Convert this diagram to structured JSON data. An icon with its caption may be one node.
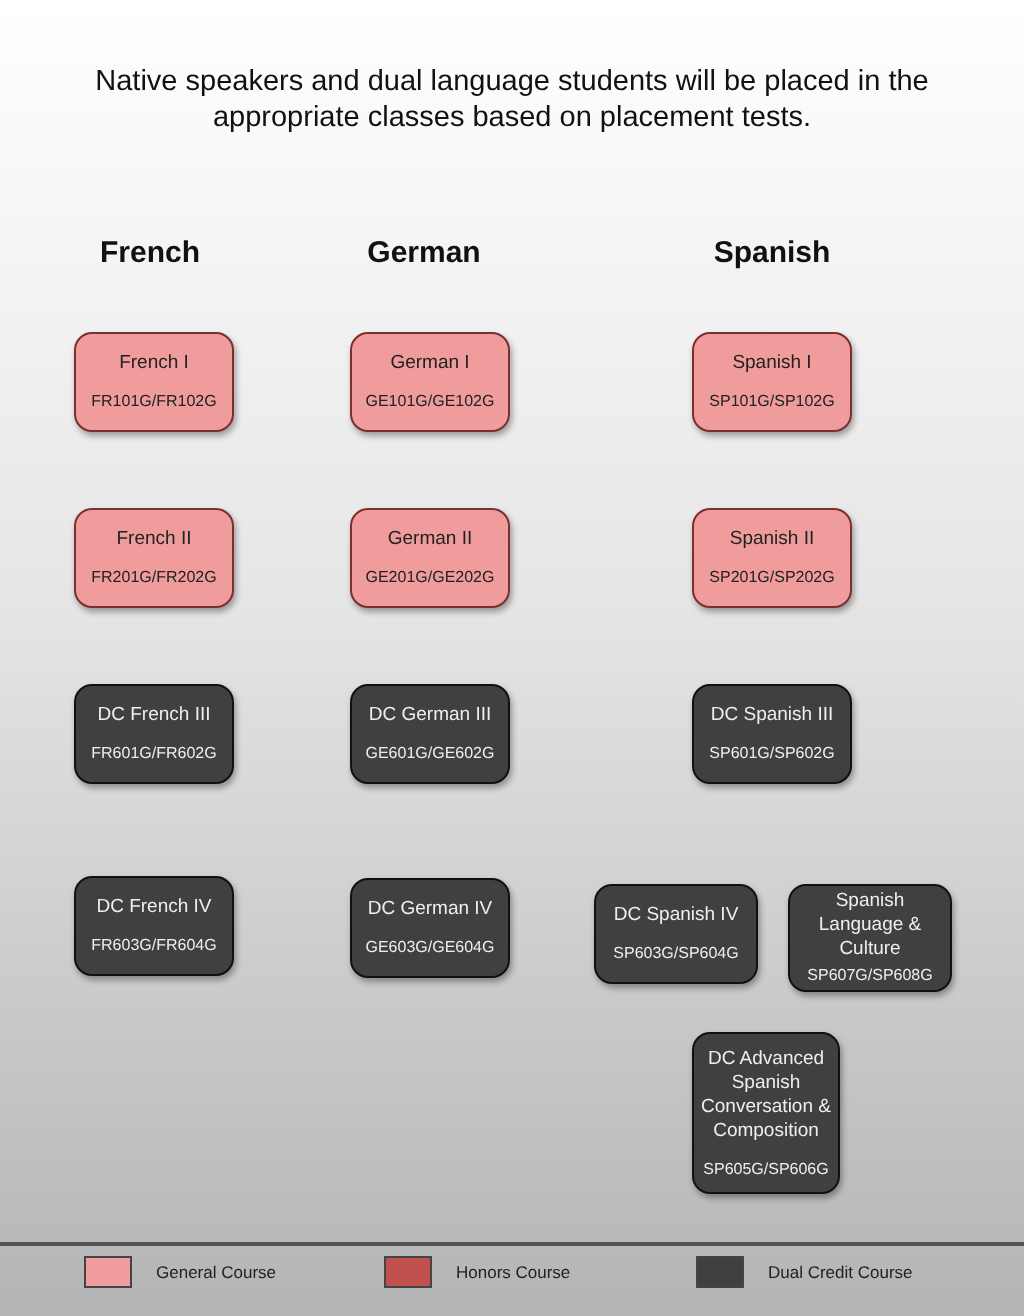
{
  "diagram": {
    "title": "Native speakers and dual language students will be placed in the appropriate classes based on placement tests.",
    "nodes": [
      {
        "text": [
          "French I",
          "FR101G/FR102G"
        ]
      },
      {
        "text": [
          "German I",
          "GE101G/GE102G"
        ]
      },
      {
        "text": [
          "Spanish I",
          "SP101G/SP102G"
        ]
      },
      {
        "text": [
          "French II",
          "FR201G/FR202G"
        ]
      },
      {
        "text": [
          "German II",
          "GE201G/GE202G"
        ]
      },
      {
        "text": [
          "Spanish II",
          "SP201G/SP202G"
        ]
      },
      {
        "text": [
          "DC French III",
          "FR601G/FR602G"
        ]
      },
      {
        "text": [
          "DC German III",
          "GE601G/GE602G"
        ]
      },
      {
        "text": [
          "DC Spanish III",
          "SP601G/SP602G"
        ]
      },
      {
        "text": [
          "DC French IV",
          "FR603G/FR604G"
        ]
      },
      {
        "text": [
          "DC German IV",
          "GE603G/GE604G"
        ]
      },
      {
        "text": [
          "DC Spanish IV",
          "SP603G/SP604G"
        ]
      },
      {
        "text": [
          "Spanish Language & Culture",
          "SP607G/SP608G"
        ]
      },
      {
        "text": [
          "DC Advanced Spanish Conversation & Composition",
          "SP605G/SP606G"
        ]
      }
    ],
    "labels": [
      "French",
      "German",
      "Spanish"
    ],
    "legend": [
      {
        "text": "General Course",
        "color": "#f09c9c"
      },
      {
        "text": "Honors Course",
        "color": "#c0504d"
      },
      {
        "text": "Dual Credit Course",
        "color": "#404040"
      }
    ]
  }
}
